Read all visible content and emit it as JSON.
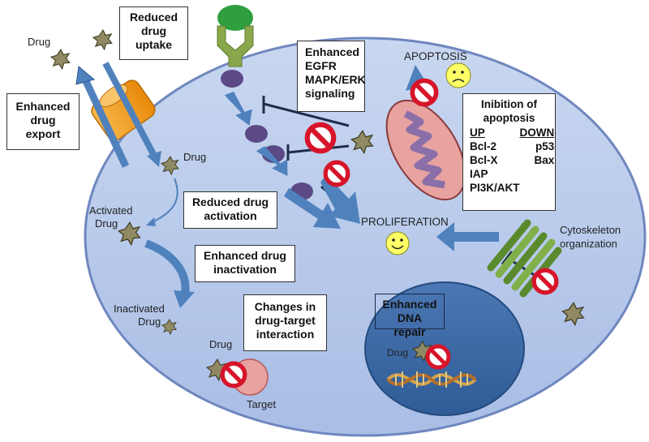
{
  "boxes": {
    "reduced_uptake": [
      "Reduced",
      "drug",
      "uptake"
    ],
    "enhanced_export": [
      "Enhanced",
      "drug",
      "export"
    ],
    "egfr": [
      "Enhanced",
      "EGFR",
      "MAPK/ERK",
      "signaling"
    ],
    "reduced_activation": [
      "Reduced drug",
      "activation"
    ],
    "enhanced_inactivation": [
      "Enhanced drug",
      "inactivation"
    ],
    "drug_target": [
      "Changes in",
      "drug-target",
      "interaction"
    ],
    "dna_repair": [
      "Enhanced",
      "DNA repair"
    ]
  },
  "apoptosis_box": {
    "title_line1": "Inibition of",
    "title_line2": "apoptosis",
    "up_header": "UP",
    "down_header": "DOWN",
    "up": [
      "Bcl-2",
      "Bcl-X",
      "IAP",
      "PI3K/AKT"
    ],
    "down": [
      "p53",
      "Bax"
    ]
  },
  "labels": {
    "drug_outside": "Drug",
    "drug_in": "Drug",
    "activated_1": "Activated",
    "activated_2": "Drug",
    "inactivated_1": "Inactivated",
    "inactivated_2": "Drug",
    "drug_target_drug": "Drug",
    "target": "Target",
    "apoptosis": "APOPTOSIS",
    "proliferation": "PROLIFERATION",
    "cyto_1": "Cytoskeleton",
    "cyto_2": "organization",
    "dna_drug": "Drug"
  },
  "icons": {
    "drug": "drug-star-icon",
    "inhibit": "no-symbol-icon",
    "happy": "smiley-happy-icon",
    "sad": "smiley-sad-icon"
  },
  "colors": {
    "cell_fill": "#b8c9ea",
    "cell_stroke": "#6f87bf",
    "nucleus": "#3d6aa8",
    "arrow": "#4f81bd",
    "receptor": "#8aa84b",
    "ligand": "#2e9e3f",
    "kinase": "#5b4a86",
    "drug_star": "#8f8a63",
    "no_red": "#d7152a",
    "pump": "#f29b1d",
    "mito": "#e8a2a0",
    "cyto": "#6b9e3b",
    "smiley": "#ffff66"
  }
}
